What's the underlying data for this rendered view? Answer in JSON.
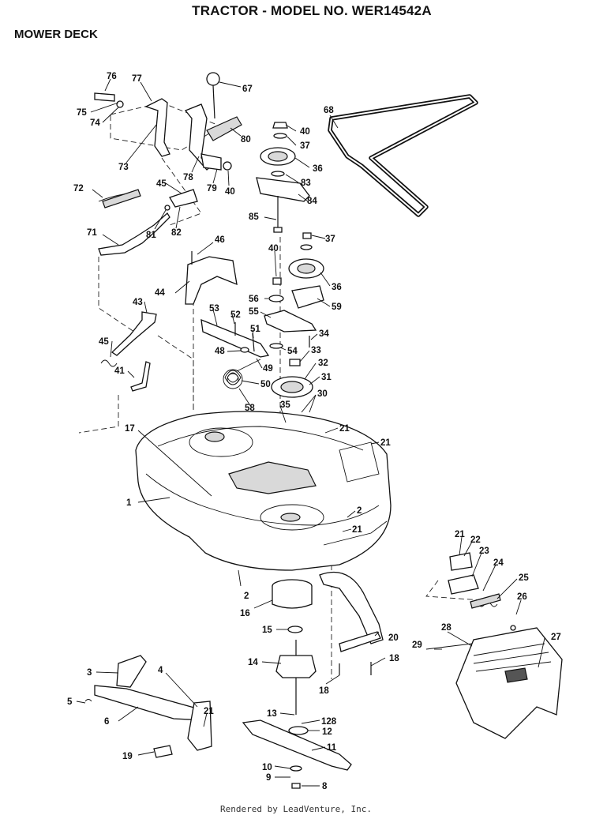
{
  "header": {
    "title": "TRACTOR - MODEL NO. WER14542A",
    "section": "MOWER DECK"
  },
  "footer": {
    "credit": "Rendered by LeadVenture, Inc."
  },
  "callouts": [
    {
      "id": "c76",
      "label": "76"
    },
    {
      "id": "c77",
      "label": "77"
    },
    {
      "id": "c75",
      "label": "75"
    },
    {
      "id": "c74",
      "label": "74"
    },
    {
      "id": "c73",
      "label": "73"
    },
    {
      "id": "c67",
      "label": "67"
    },
    {
      "id": "c80",
      "label": "80"
    },
    {
      "id": "c78",
      "label": "78"
    },
    {
      "id": "c79",
      "label": "79"
    },
    {
      "id": "c40a",
      "label": "40"
    },
    {
      "id": "c72",
      "label": "72"
    },
    {
      "id": "c45a",
      "label": "45"
    },
    {
      "id": "c81",
      "label": "81"
    },
    {
      "id": "c82",
      "label": "82"
    },
    {
      "id": "c71",
      "label": "71"
    },
    {
      "id": "c68",
      "label": "68"
    },
    {
      "id": "c40b",
      "label": "40"
    },
    {
      "id": "c37a",
      "label": "37"
    },
    {
      "id": "c36a",
      "label": "36"
    },
    {
      "id": "c83",
      "label": "83"
    },
    {
      "id": "c84",
      "label": "84"
    },
    {
      "id": "c85",
      "label": "85"
    },
    {
      "id": "c46",
      "label": "46"
    },
    {
      "id": "c40c",
      "label": "40"
    },
    {
      "id": "c37b",
      "label": "37"
    },
    {
      "id": "c44",
      "label": "44"
    },
    {
      "id": "c36b",
      "label": "36"
    },
    {
      "id": "c56",
      "label": "56"
    },
    {
      "id": "c59",
      "label": "59"
    },
    {
      "id": "c55",
      "label": "55"
    },
    {
      "id": "c43",
      "label": "43"
    },
    {
      "id": "c53",
      "label": "53"
    },
    {
      "id": "c52",
      "label": "52"
    },
    {
      "id": "c51",
      "label": "51"
    },
    {
      "id": "c34",
      "label": "34"
    },
    {
      "id": "c54",
      "label": "54"
    },
    {
      "id": "c45b",
      "label": "45"
    },
    {
      "id": "c48",
      "label": "48"
    },
    {
      "id": "c33",
      "label": "33"
    },
    {
      "id": "c32",
      "label": "32"
    },
    {
      "id": "c41",
      "label": "41"
    },
    {
      "id": "c49",
      "label": "49"
    },
    {
      "id": "c31",
      "label": "31"
    },
    {
      "id": "c50",
      "label": "50"
    },
    {
      "id": "c30",
      "label": "30"
    },
    {
      "id": "c58",
      "label": "58"
    },
    {
      "id": "c35",
      "label": "35"
    },
    {
      "id": "c17",
      "label": "17"
    },
    {
      "id": "c21a",
      "label": "21"
    },
    {
      "id": "c21b",
      "label": "21"
    },
    {
      "id": "c1",
      "label": "1"
    },
    {
      "id": "c2a",
      "label": "2"
    },
    {
      "id": "c21c",
      "label": "21"
    },
    {
      "id": "c21d",
      "label": "21"
    },
    {
      "id": "c22",
      "label": "22"
    },
    {
      "id": "c23",
      "label": "23"
    },
    {
      "id": "c24",
      "label": "24"
    },
    {
      "id": "c25",
      "label": "25"
    },
    {
      "id": "c2b",
      "label": "2"
    },
    {
      "id": "c16",
      "label": "16"
    },
    {
      "id": "c26",
      "label": "26"
    },
    {
      "id": "c15",
      "label": "15"
    },
    {
      "id": "c20",
      "label": "20"
    },
    {
      "id": "c28",
      "label": "28"
    },
    {
      "id": "c27",
      "label": "27"
    },
    {
      "id": "c29",
      "label": "29"
    },
    {
      "id": "c14",
      "label": "14"
    },
    {
      "id": "c18a",
      "label": "18"
    },
    {
      "id": "c18b",
      "label": "18"
    },
    {
      "id": "c3",
      "label": "3"
    },
    {
      "id": "c4",
      "label": "4"
    },
    {
      "id": "c5",
      "label": "5"
    },
    {
      "id": "c6",
      "label": "6"
    },
    {
      "id": "c21e",
      "label": "21"
    },
    {
      "id": "c13",
      "label": "13"
    },
    {
      "id": "c128",
      "label": "128"
    },
    {
      "id": "c12",
      "label": "12"
    },
    {
      "id": "c11",
      "label": "11"
    },
    {
      "id": "c19",
      "label": "19"
    },
    {
      "id": "c10",
      "label": "10"
    },
    {
      "id": "c9",
      "label": "9"
    },
    {
      "id": "c8",
      "label": "8"
    }
  ]
}
